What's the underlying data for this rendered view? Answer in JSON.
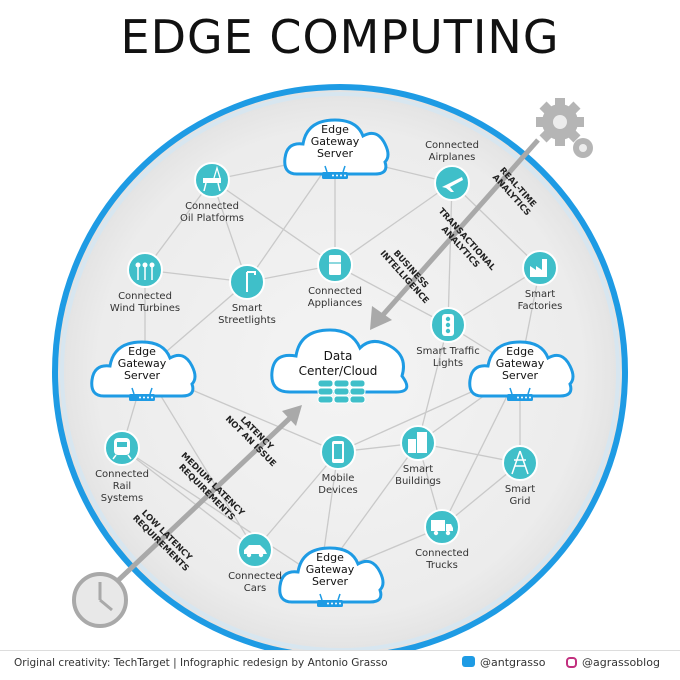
{
  "title": "EDGE COMPUTING",
  "center": {
    "line1": "Data",
    "line2": "Center/Cloud"
  },
  "gateways": [
    {
      "line1": "Edge",
      "line2": "Gateway",
      "line3": "Server"
    },
    {
      "line1": "Edge",
      "line2": "Gateway",
      "line3": "Server"
    },
    {
      "line1": "Edge",
      "line2": "Gateway",
      "line3": "Server"
    },
    {
      "line1": "Edge",
      "line2": "Gateway",
      "line3": "Server"
    }
  ],
  "devices": {
    "oil": [
      "Connected",
      "Oil Platforms"
    ],
    "airplanes": [
      "Connected",
      "Airplanes"
    ],
    "wind": [
      "Connected",
      "Wind Turbines"
    ],
    "streetlights": [
      "Smart",
      "Streetlights"
    ],
    "appliances": [
      "Connected",
      "Appliances"
    ],
    "traffic": [
      "Smart Traffic",
      "Lights"
    ],
    "factories": [
      "Smart",
      "Factories"
    ],
    "rail": [
      "Connected",
      "Rail",
      "Systems"
    ],
    "mobile": [
      "Mobile",
      "Devices"
    ],
    "buildings": [
      "Smart",
      "Buildings"
    ],
    "grid": [
      "Smart",
      "Grid"
    ],
    "trucks": [
      "Connected",
      "Trucks"
    ],
    "cars": [
      "Connected",
      "Cars"
    ]
  },
  "arrow_labels": {
    "realtime": [
      "REAL-TIME",
      "ANALYTICS"
    ],
    "transactional": [
      "TRANSACTIONAL",
      "ANALYTICS"
    ],
    "bi": [
      "BUSINESS",
      "INTELLIGENCE"
    ],
    "latency_not": [
      "LATENCY",
      "NOT AN ISSUE"
    ],
    "medium": [
      "MEDIUM LATENCY",
      "REQUIREMENTS"
    ],
    "low": [
      "LOW LATENCY",
      "REQUIREMENTS"
    ]
  },
  "footer": {
    "credit": "Original creativity: TechTarget  |  Infographic redesign by Antonio Grasso",
    "twitter": "@antgrasso",
    "instagram": "@agrassoblog"
  },
  "colors": {
    "accent": "#1e9be4",
    "node": "#3fbfc9",
    "line": "#c9c9c9",
    "arrow": "#a9a9a9"
  }
}
